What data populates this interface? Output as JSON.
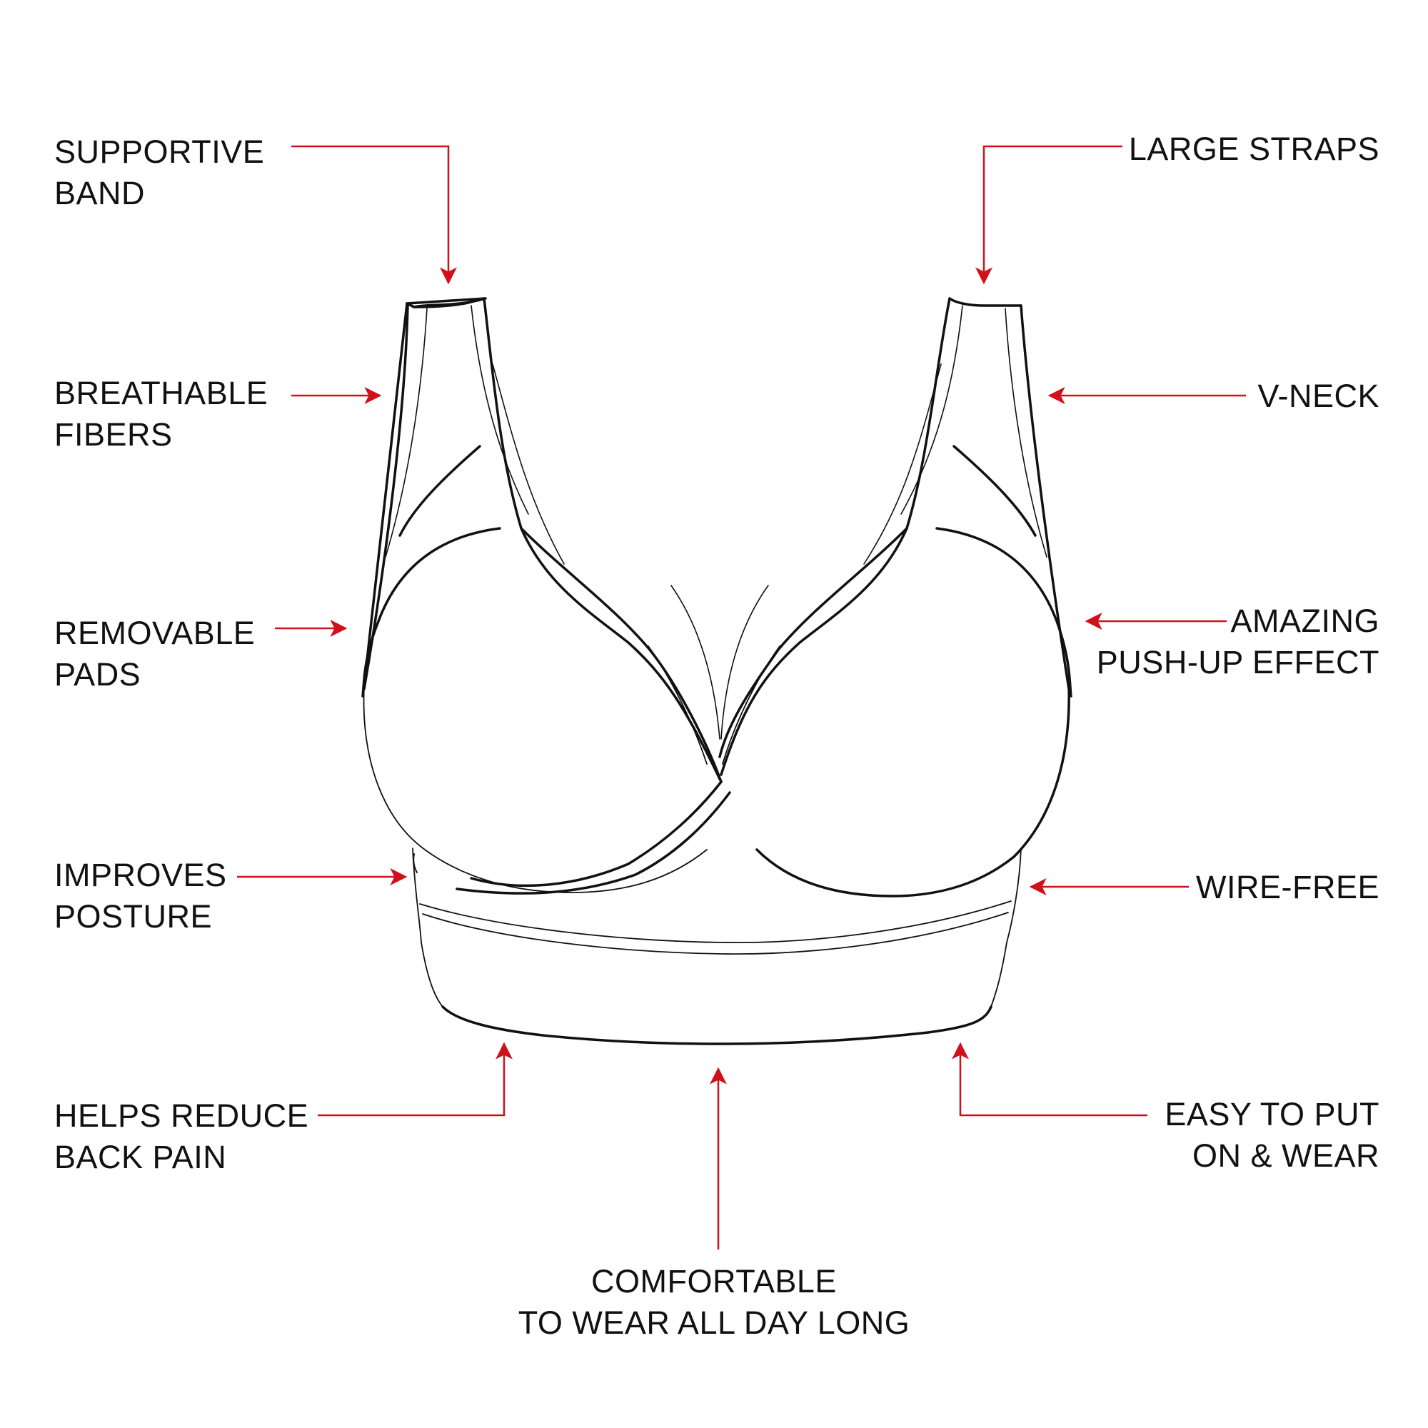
{
  "colors": {
    "arrow": "#d0111b",
    "outline": "#111111",
    "background": "#ffffff"
  },
  "labels": {
    "supportive_band": [
      "SUPPORTIVE",
      "BAND"
    ],
    "breathable_fibers": [
      "BREATHABLE",
      "FIBERS"
    ],
    "removable_pads": [
      "REMOVABLE",
      "PADS"
    ],
    "improves_posture": [
      "IMPROVES",
      "POSTURE"
    ],
    "helps_reduce_back_pain": [
      "HELPS REDUCE",
      "BACK PAIN"
    ],
    "large_straps": [
      "LARGE STRAPS"
    ],
    "v_neck": [
      "V-NECK"
    ],
    "push_up": [
      "AMAZING",
      "PUSH-UP EFFECT"
    ],
    "wire_free": [
      "WIRE-FREE"
    ],
    "easy_to_put_on": [
      "EASY TO PUT",
      "ON & WEAR"
    ],
    "comfortable": [
      "COMFORTABLE",
      "TO WEAR ALL DAY LONG"
    ]
  }
}
